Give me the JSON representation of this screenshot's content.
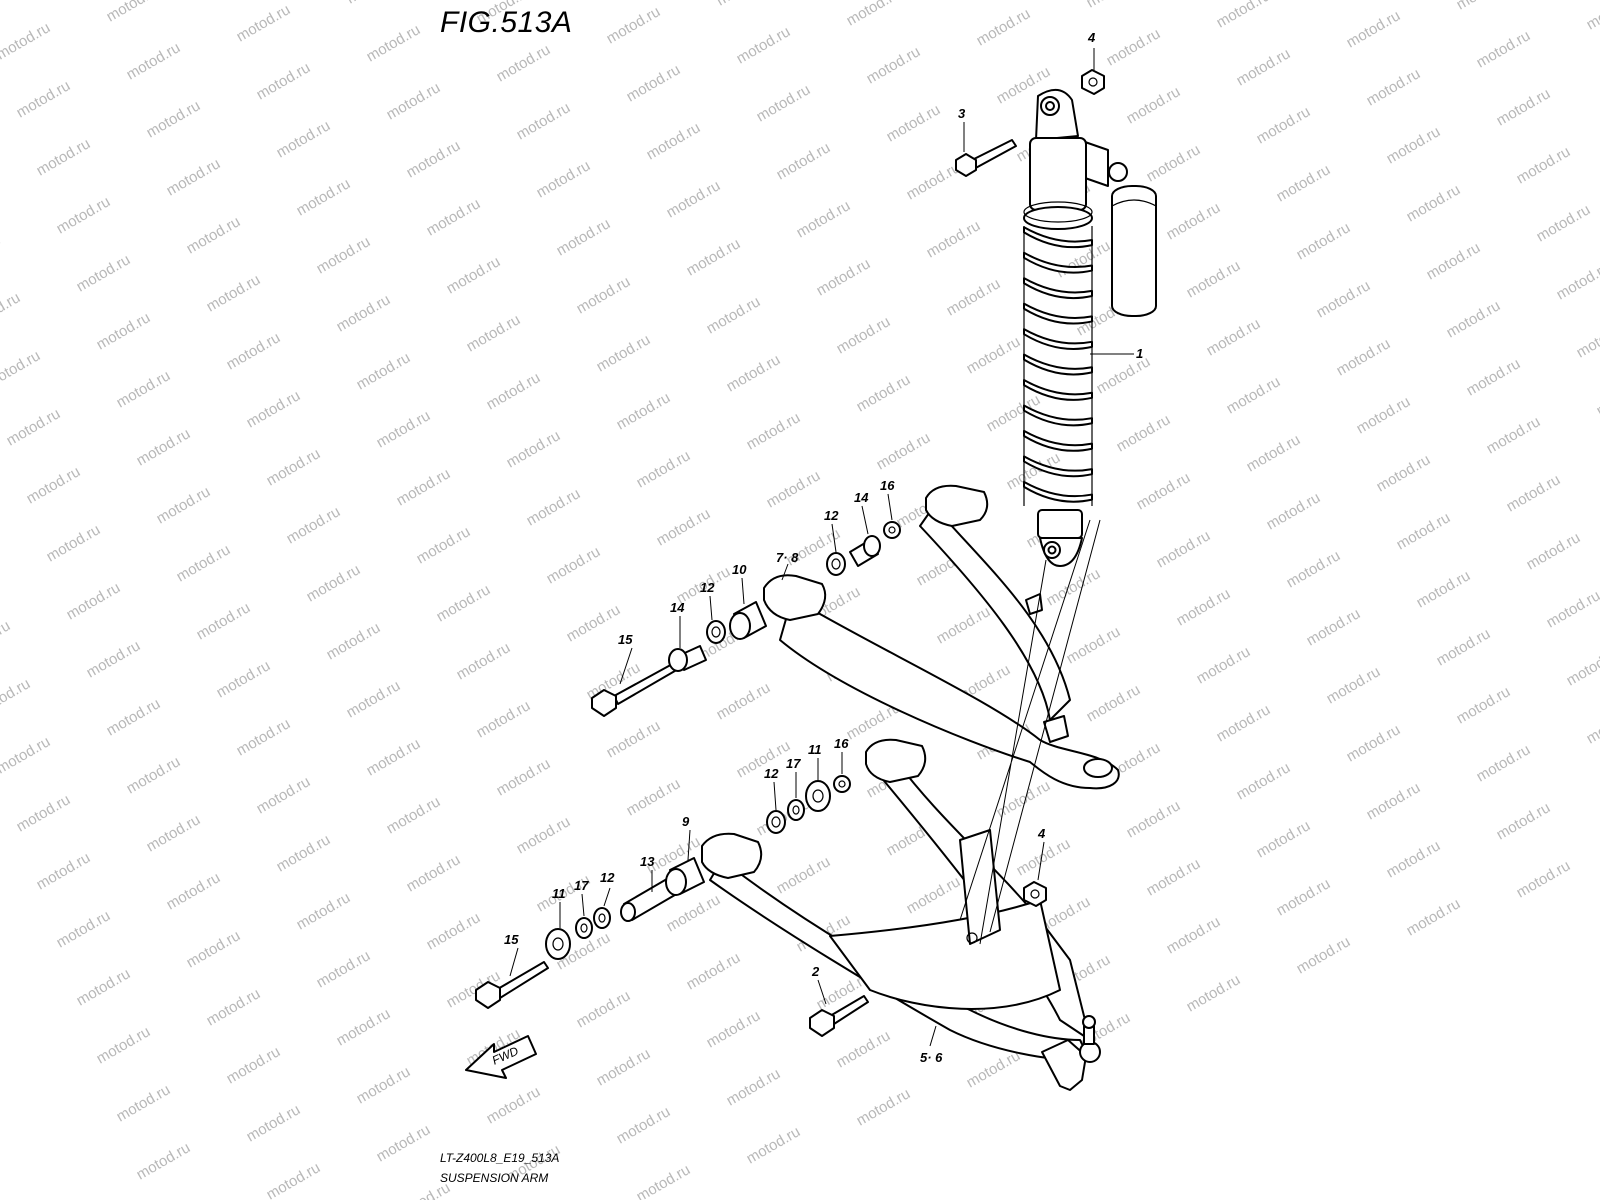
{
  "figure_title": "FIG.513A",
  "watermark": "motod.ru",
  "model_code": "LT-Z400L8_E19_513A",
  "caption": "SUSPENSION ARM",
  "fwd_label": "FWD",
  "callouts": {
    "c1": "1",
    "c2": "2",
    "c3": "3",
    "c4a": "4",
    "c4b": "4",
    "c56": "5· 6",
    "c78": "7· 8",
    "c9": "9",
    "c10": "10",
    "c11a": "11",
    "c11b": "11",
    "c12a": "12",
    "c12b": "12",
    "c12c": "12",
    "c12d": "12",
    "c13": "13",
    "c14a": "14",
    "c14b": "14",
    "c15a": "15",
    "c15b": "15",
    "c16a": "16",
    "c16b": "16",
    "c17a": "17",
    "c17b": "17"
  }
}
